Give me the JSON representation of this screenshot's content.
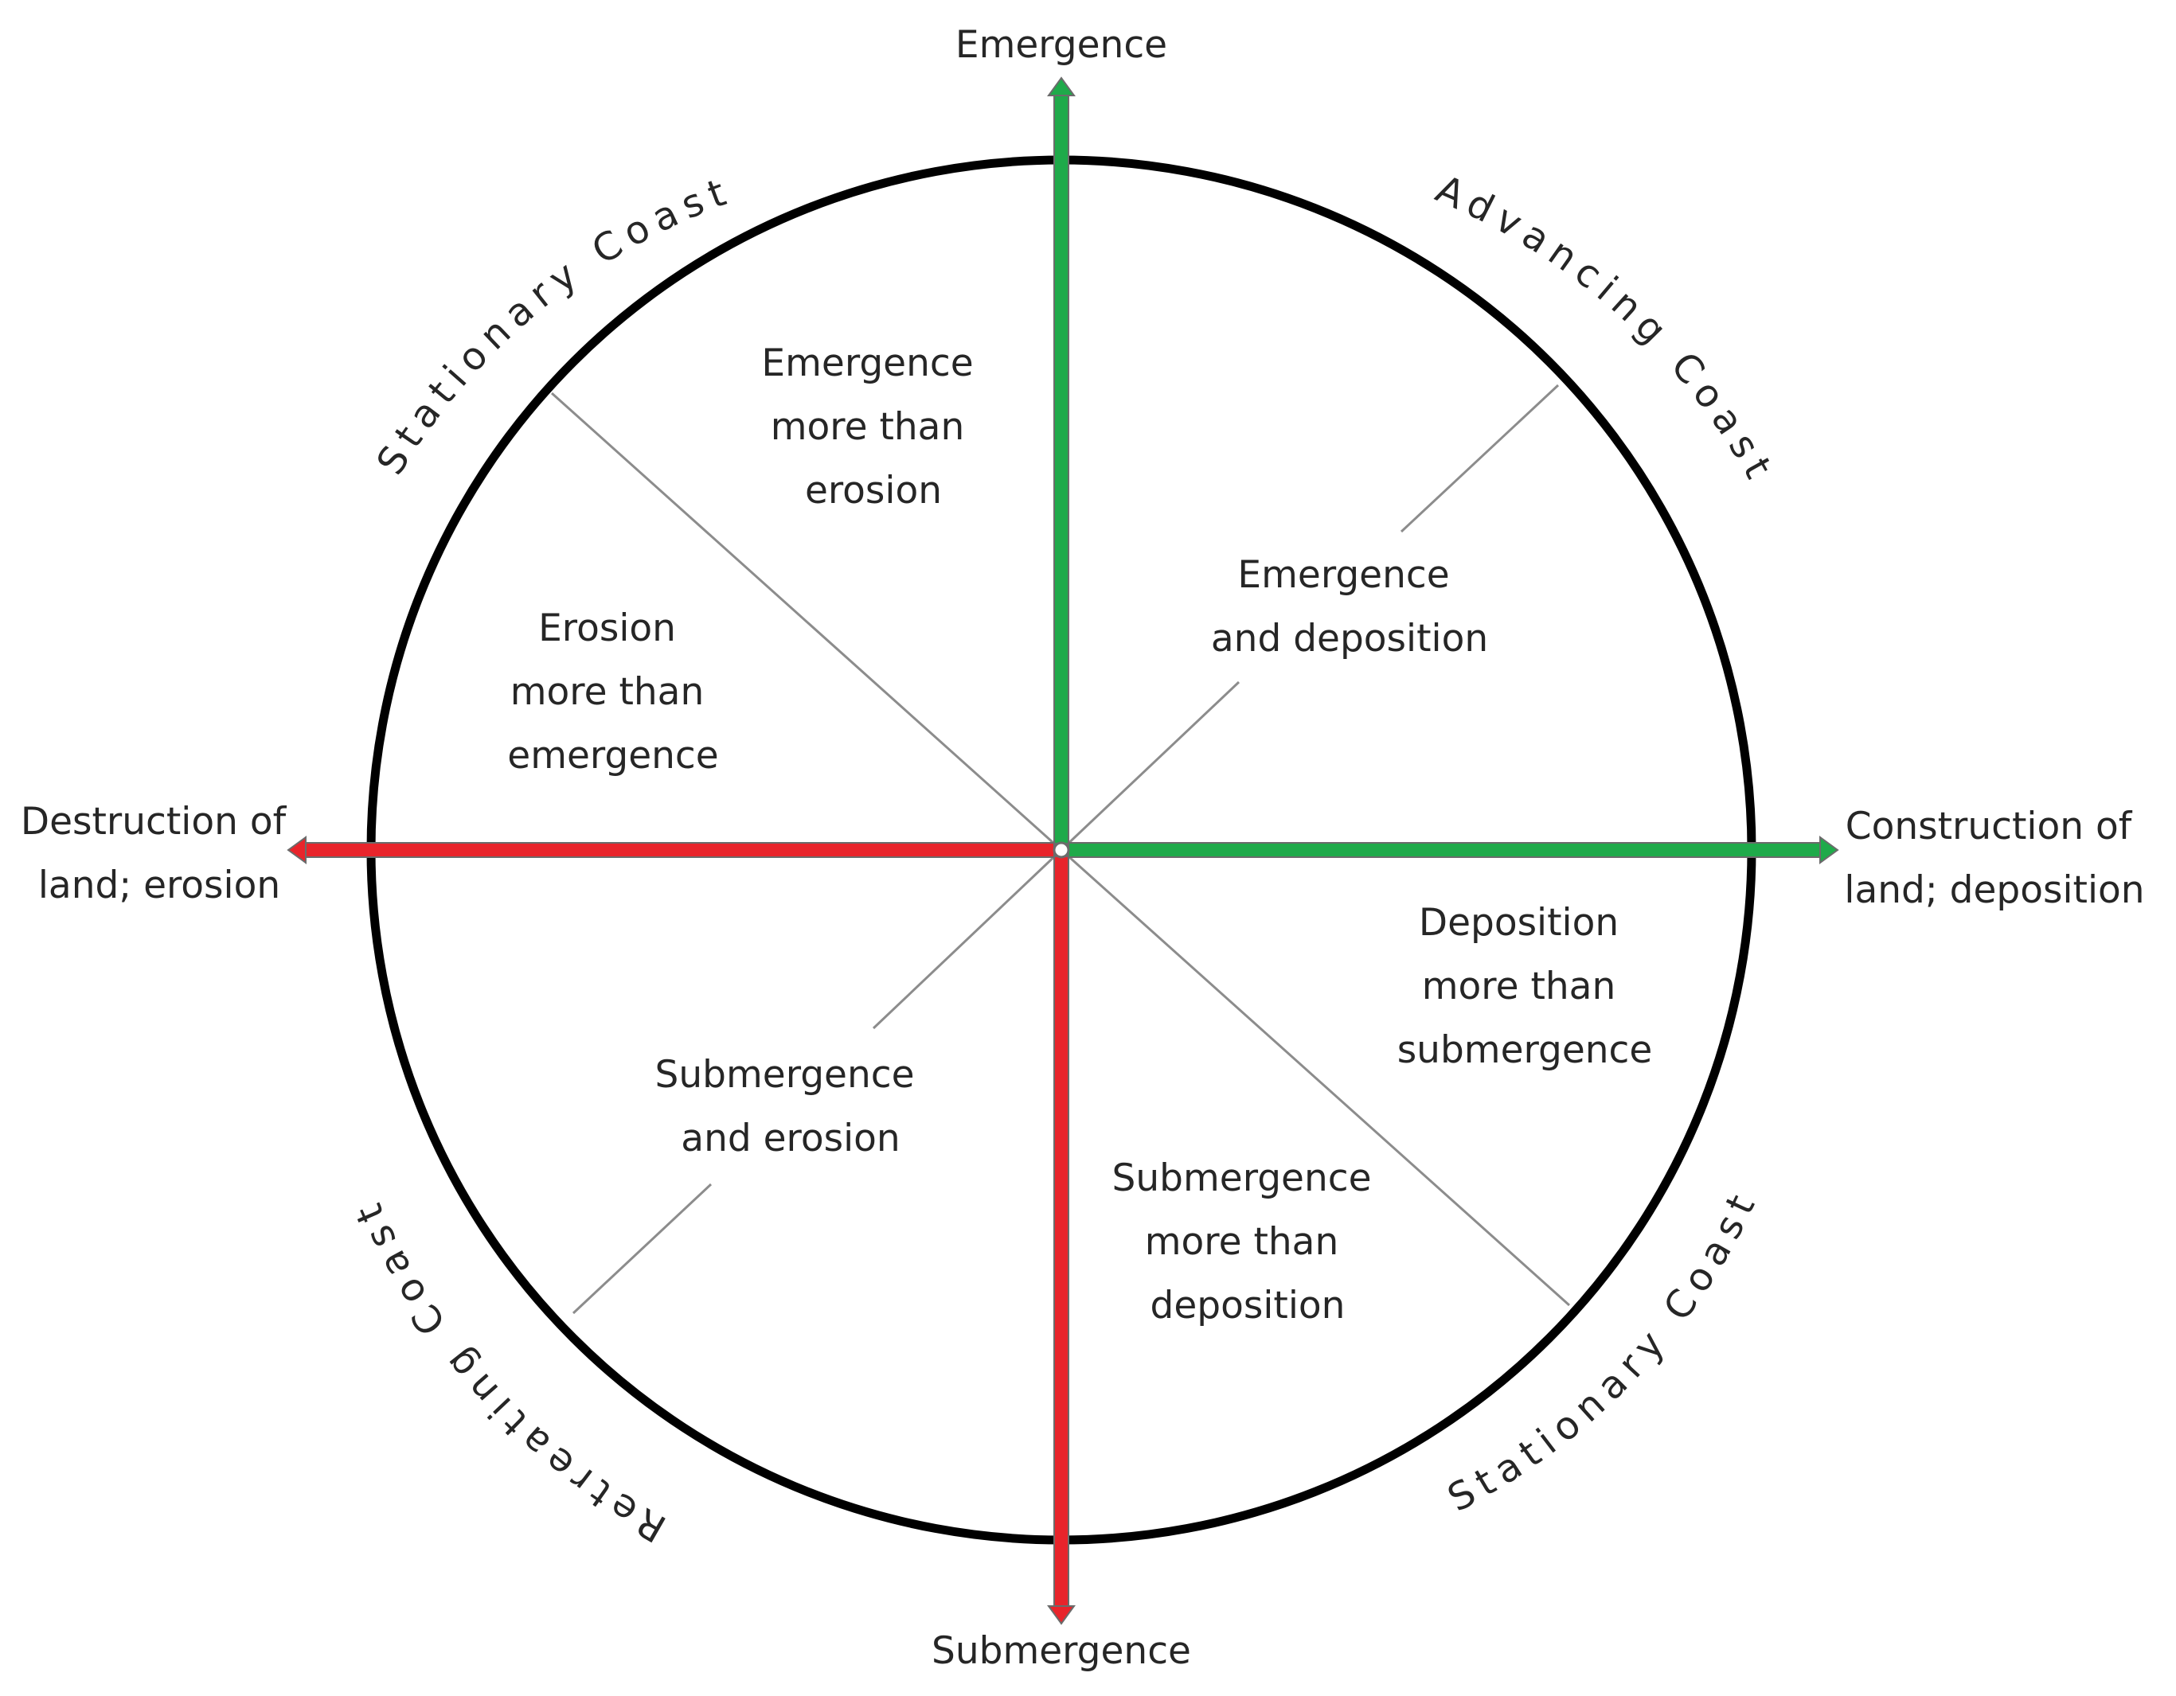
{
  "diagram": {
    "axes": {
      "top": "Emergence",
      "bottom": "Submergence",
      "left": [
        "Destruction of",
        "land; erosion"
      ],
      "right": [
        "Construction of",
        "land; deposition"
      ]
    },
    "coast_labels": {
      "upper_left": "Stationary Coast",
      "upper_right": "Advancing Coast",
      "lower_right": "Stationary Coast",
      "lower_left": "Retreating Coast"
    },
    "regions": {
      "emergence_more_than_erosion": [
        "Emergence",
        "more than",
        "erosion"
      ],
      "erosion_more_than_emergence": [
        "Erosion",
        "more than",
        "emergence"
      ],
      "emergence_and_deposition": [
        "Emergence",
        "and deposition"
      ],
      "deposition_more_than_submergence": [
        "Deposition",
        "more than",
        "submergence"
      ],
      "submergence_and_erosion": [
        "Submergence",
        "and erosion"
      ],
      "submergence_more_than_deposition": [
        "Submergence",
        "more than",
        "deposition"
      ]
    },
    "colors": {
      "positive_arrow": "#1faa4a",
      "negative_arrow": "#e8242b",
      "circle": "#000000",
      "divider": "#8c8c8c"
    }
  }
}
